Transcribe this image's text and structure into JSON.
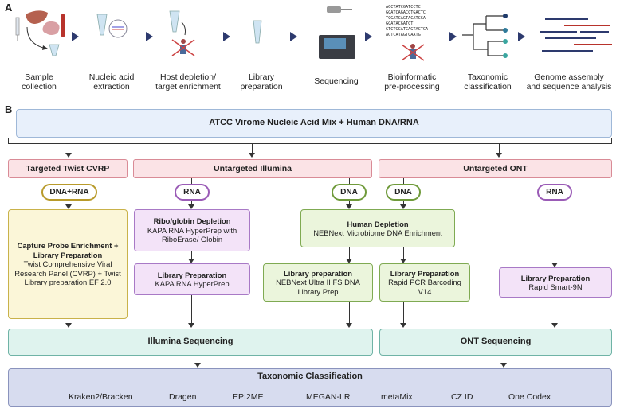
{
  "panel_a": {
    "letter": "A",
    "steps": [
      {
        "label_1": "Sample",
        "label_2": "collection"
      },
      {
        "label_1": "Nucleic acid",
        "label_2": "extraction"
      },
      {
        "label_1": "Host depletion/",
        "label_2": "target enrichment"
      },
      {
        "label_1": "Library",
        "label_2": "preparation"
      },
      {
        "label_1": "Sequencing",
        "label_2": ""
      },
      {
        "label_1": "Bioinformatic",
        "label_2": "pre-processing"
      },
      {
        "label_1": "Taxonomic",
        "label_2": "classification"
      },
      {
        "label_1": "Genome assembly",
        "label_2": "and sequence analysis"
      }
    ],
    "seq_lines": [
      "AGCTATCGATCCTC",
      "GCATCAGACCTGACTC",
      "TCGATCAGTACATCGA",
      "GCATACGATCT",
      "GTCTGCATCAGTACTGA",
      "AGTCATAGTCAATG"
    ]
  },
  "panel_b": {
    "letter": "B",
    "top_box": "ATCC Virome Nucleic Acid Mix + Human DNA/RNA",
    "headers": {
      "twist": "Targeted Twist CVRP",
      "illumina": "Untargeted Illumina",
      "ont": "Untargeted ONT"
    },
    "pills": {
      "dnarna": "DNA+RNA",
      "rna1": "RNA",
      "dna1": "DNA",
      "dna2": "DNA",
      "rna2": "RNA"
    },
    "capture": {
      "title": "Capture Probe Enrichment + Library Preparation",
      "body": "Twist Comprehensive Viral Research Panel (CVRP) + Twist Library preparation EF 2.0"
    },
    "ribo": {
      "title": "Ribo/globin Depletion",
      "body": "KAPA RNA HyperPrep with RiboErase/ Globin"
    },
    "human": {
      "title": "Human Depletion",
      "body": "NEBNext Microbiome DNA Enrichment"
    },
    "lib_kapa": {
      "title": "Library Preparation",
      "body": "KAPA RNA HyperPrep"
    },
    "lib_neb": {
      "title": "Library preparation",
      "body": "NEBNext Ultra II FS DNA Library Prep"
    },
    "lib_rapid": {
      "title": "Library Preparation",
      "body": "Rapid PCR Barcoding V14"
    },
    "lib_smart": {
      "title": "Library Preparation",
      "body": "Rapid Smart-9N"
    },
    "illumina_seq": "Illumina Sequencing",
    "ont_seq": "ONT Sequencing",
    "tax": {
      "title": "Taxonomic Classification",
      "tools": [
        "Kraken2/Bracken",
        "Dragen",
        "EPI2ME",
        "MEGAN-LR",
        "metaMix",
        "CZ ID",
        "One Codex"
      ]
    }
  },
  "colors": {
    "arrow": "#2d3a6e",
    "header": "#fbe3e6",
    "teal": "#dff3ee",
    "tax": "#d7dcef"
  }
}
